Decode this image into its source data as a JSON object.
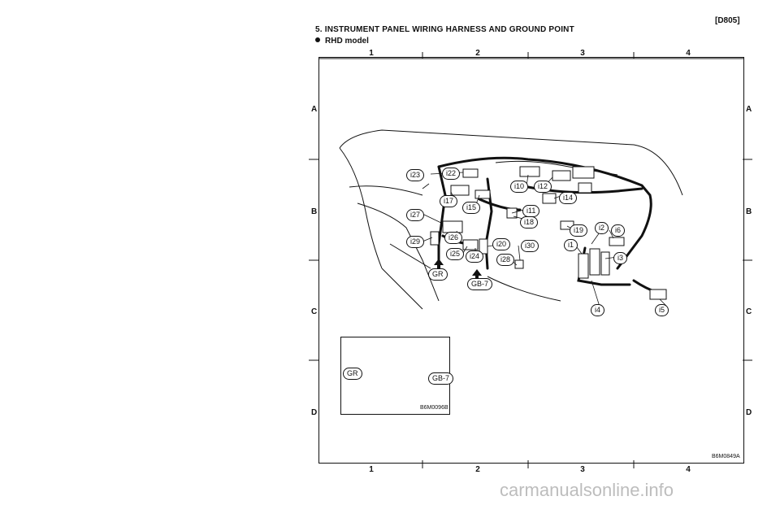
{
  "header": {
    "code": "[D805]",
    "section_title": "5. INSTRUMENT PANEL WIRING HARNESS AND GROUND POINT",
    "model": "RHD model"
  },
  "grid": {
    "columns": [
      "1",
      "2",
      "3",
      "4"
    ],
    "rows": [
      "A",
      "B",
      "C",
      "D"
    ]
  },
  "connectors": {
    "i23": "i23",
    "i22": "i22",
    "i17": "i17",
    "i15": "i15",
    "i27": "i27",
    "i26": "i26",
    "i29": "i29",
    "i25": "i25",
    "i24": "i24",
    "gr": "GR",
    "gb7": "GB-7",
    "i10": "i10",
    "i12": "i12",
    "i14": "i14",
    "i11": "i11",
    "i18": "i18",
    "i20": "i20",
    "i30": "i30",
    "i28": "i28",
    "i19": "i19",
    "i2": "i2",
    "i6": "i6",
    "i1": "i1",
    "i3": "i3",
    "i4": "i4",
    "i5": "i5"
  },
  "inset": {
    "gr": "GR",
    "gb7": "GB-7",
    "code": "B6M0096B"
  },
  "figure_code": "B6M0849A",
  "watermark": "carmanualsonline.info"
}
